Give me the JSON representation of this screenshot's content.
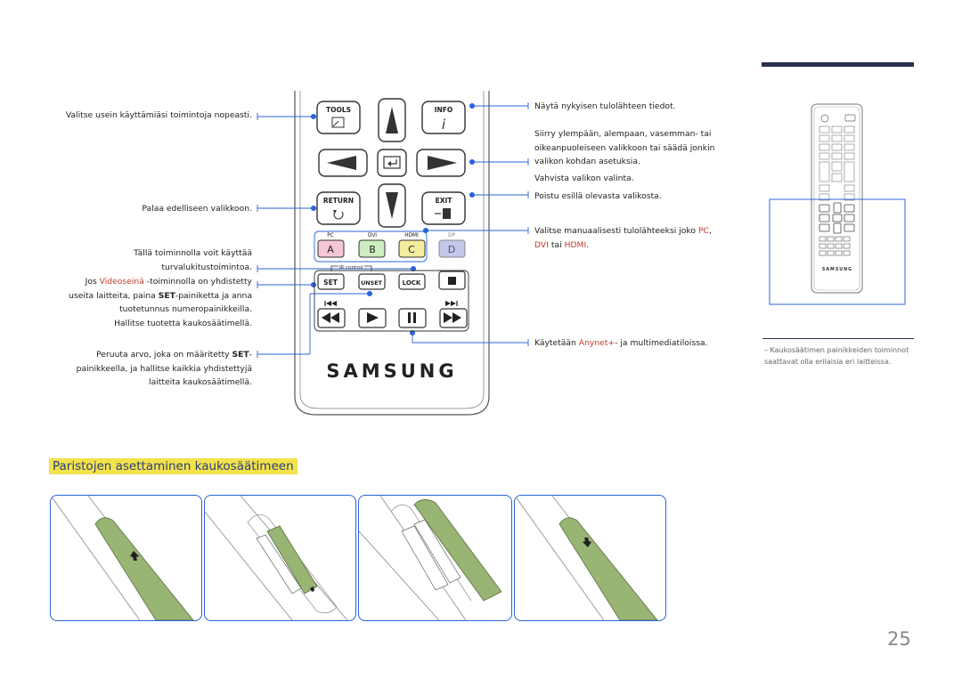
{
  "page_number": "25",
  "left_labels": {
    "tools": "Valitse usein käyttämiäsi toimintoja nopeasti.",
    "return": "Palaa edelliseen valikkoon.",
    "lock_1": "Tällä toiminnolla voit käyttää",
    "lock_2": "turvalukitustoimintoa.",
    "set_pre": "Jos ",
    "set_videowall": "Videoseinä",
    "set_post": " -toiminnolla on yhdistetty",
    "set_2_pre": "useita laitteita, paina ",
    "set_2_set": "SET",
    "set_2_post": "-painiketta ja anna",
    "set_3": "tuotetunnus numeropainikkeilla.",
    "set_4": "Hallitse tuotetta kaukosäätimellä.",
    "unset_1_pre": "Peruuta arvo, joka on määritetty ",
    "unset_1_set": "SET",
    "unset_1_post": "-",
    "unset_2": "painikkeella, ja hallitse kaikkia yhdistettyjä",
    "unset_3": "laitteita kaukosäätimellä."
  },
  "right_labels": {
    "info": "Näytä nykyisen tulolähteen tiedot.",
    "arrows_1": "Siirry ylempään, alempaan, vasemman- tai",
    "arrows_2": "oikeanpuoleiseen valikkoon tai säädä jonkin",
    "arrows_3": "valikon kohdan asetuksia.",
    "enter": "Vahvista valikon valinta.",
    "exit": "Poistu esillä olevasta valikosta.",
    "source_1_pre": "Valitse manuaalisesti tulolähteeksi joko ",
    "source_pc": "PC",
    "source_comma": ",",
    "source_dvi": "DVI",
    "source_or": " tai ",
    "source_hdmi": "HDMI",
    "source_end": ".",
    "media_pre": "Käytetään ",
    "media_anynet": "Anynet+",
    "media_post": "- ja multimediatiloissa."
  },
  "remote": {
    "tools": "TOOLS",
    "info": "INFO",
    "return": "RETURN",
    "exit": "EXIT",
    "pc": "PC",
    "dvi": "DVI",
    "hdmi": "HDMI",
    "dp": "DP",
    "a": "A",
    "b": "B",
    "c": "C",
    "d": "D",
    "ir_control": "IR control",
    "set": "SET",
    "unset": "UNSET",
    "lock": "LOCK",
    "brand": "SAMSUNG",
    "colors": {
      "a": "#f4c6d6",
      "b": "#cdeec0",
      "c": "#f3ec9e",
      "d": "#c2c8ea"
    }
  },
  "mini_remote": {
    "brand": "SAMSUNG"
  },
  "note": "–  Kaukosäätimen painikkeiden toiminnot saattavat olla erilaisia eri laitteissa.",
  "section_title": "Paristojen asettaminen kaukosäätimeen",
  "colors": {
    "accent_blue": "#2a64d8",
    "cover_green": "#98b573",
    "dark_navy": "#26304f"
  }
}
